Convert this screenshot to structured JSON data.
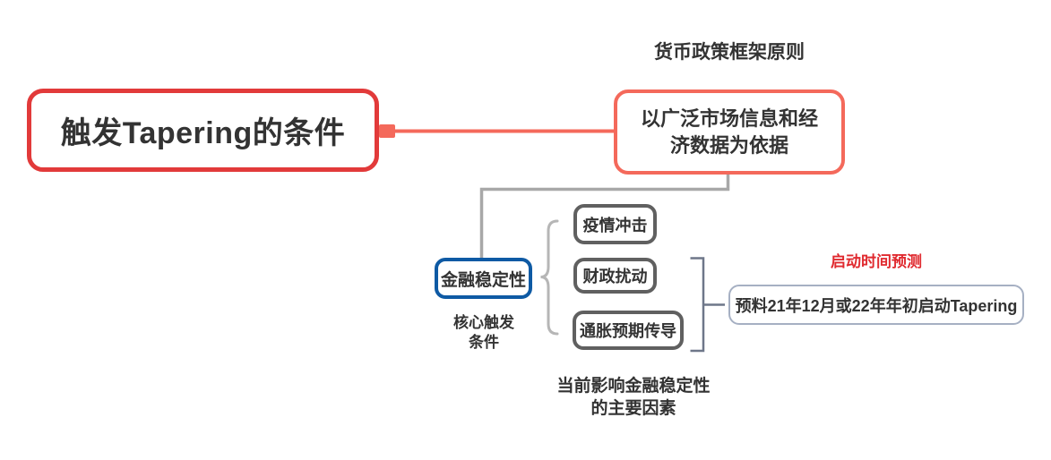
{
  "colors": {
    "root_border": "#e23a3a",
    "branch_red": "#f4695b",
    "stability_blue": "#0e5aa4",
    "factor_border": "#606060",
    "timing_border": "#a6b0c3",
    "bracket": "#6e7789",
    "brace": "#b6b6b6",
    "gray_line": "#a8a8a8",
    "text": "#333333",
    "timing_title_red": "#e02a2f"
  },
  "nodes": {
    "root": {
      "label": "触发Tapering的条件"
    },
    "framework": {
      "title": "货币政策框架原则",
      "label": "以广泛市场信息和经济数据为依据",
      "lines": [
        "以广泛市场信息和经",
        "济数据为依据"
      ]
    },
    "stability": {
      "label": "金融稳定性",
      "caption_lines": [
        "核心触发",
        "条件"
      ]
    },
    "factors": {
      "items": [
        {
          "label": "疫情冲击"
        },
        {
          "label": "财政扰动"
        },
        {
          "label": "通胀预期传导"
        }
      ],
      "caption_lines": [
        "当前影响金融稳定性",
        "的主要因素"
      ]
    },
    "timing": {
      "title": "启动时间预测",
      "label": "预料21年12月或22年年初启动Tapering"
    }
  }
}
